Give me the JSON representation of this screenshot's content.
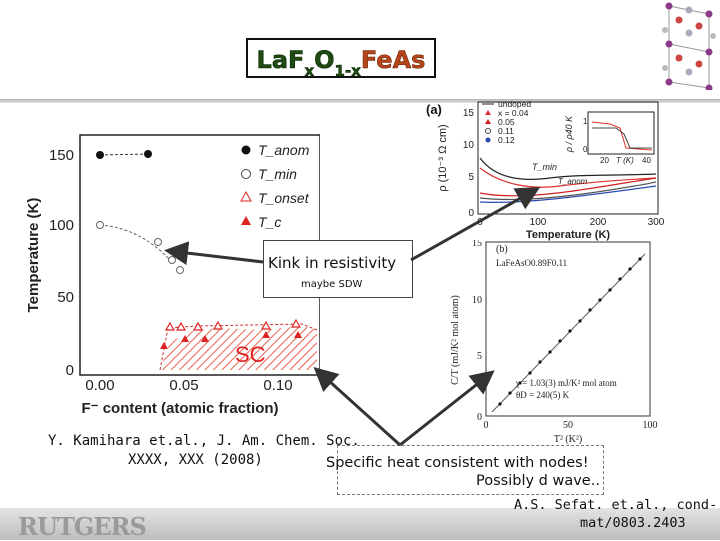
{
  "title": {
    "p1": "LaF",
    "s1": "x",
    "p2": "O",
    "s2": "1-x",
    "p3": "FeAs"
  },
  "phase_plot": {
    "ylabel": "Temperature (K)",
    "xlabel": "F⁻ content (atomic fraction)",
    "xticks": [
      "0.00",
      "0.05",
      "0.10"
    ],
    "yticks": [
      "0",
      "50",
      "100",
      "150"
    ],
    "legend": [
      "T_anom",
      "T_min",
      "T_onset",
      "T_c"
    ],
    "region_label": "SC"
  },
  "resistivity_plot": {
    "panel_label": "(a)",
    "xlabel": "Temperature (K)",
    "ylabel": "ρ (10⁻³ Ω cm)",
    "xticks": [
      "0",
      "100",
      "200",
      "300"
    ],
    "yticks": [
      "0",
      "5",
      "10",
      "15"
    ],
    "legend": [
      "undoped",
      "x = 0.04",
      "0.05",
      "0.11",
      "0.12"
    ],
    "annotations": [
      "T_min",
      "T_anom"
    ],
    "inset": {
      "xlabel": "T (K)",
      "ylabel": "ρ / ρ40 K",
      "xticks": [
        "20",
        "40"
      ],
      "yticks": [
        "0",
        "1"
      ]
    }
  },
  "specific_heat_plot": {
    "panel_label": "(b)",
    "compound": "LaFeAsO0.89F0.11",
    "ylabel": "C/T (mJ/K² mol atom)",
    "xlabel": "T² (K²)",
    "xticks": [
      "0",
      "50",
      "100"
    ],
    "yticks": [
      "0",
      "5",
      "10",
      "15"
    ],
    "gamma": "γ = 1.03(3) mJ/K² mol atom",
    "theta": "θD = 240(5) K"
  },
  "callouts": {
    "kink": "Kink in resistivity",
    "kink_sub": "maybe SDW",
    "specific_line1": "Specific heat consistent with nodes!",
    "specific_line2": "Possibly d wave.."
  },
  "citations": {
    "left_line1": "Y. Kamihara et.al., J. Am. Chem. Soc.",
    "left_line2": "XXXX, XXX (2008)",
    "right_line1": "A.S. Sefat. et.al., cond-",
    "right_line2": "mat/0803.2403"
  },
  "footer": {
    "logo": "RUTGERS"
  },
  "colors": {
    "title_green": "#1f4a12",
    "title_red": "#b5451a",
    "sc_red": "#e02020"
  }
}
